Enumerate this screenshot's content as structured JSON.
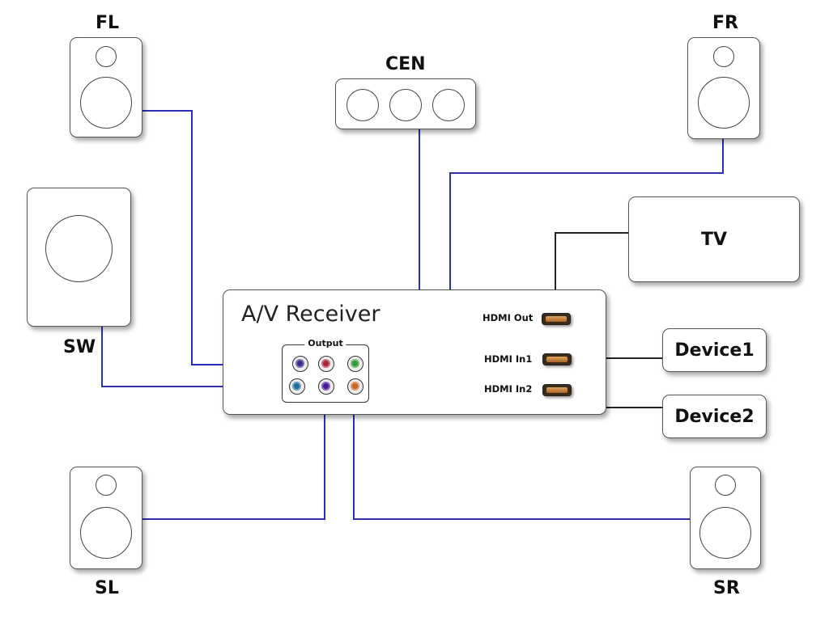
{
  "speakers": {
    "fl": "FL",
    "fr": "FR",
    "cen": "CEN",
    "sw": "SW",
    "sl": "SL",
    "sr": "SR"
  },
  "receiver": {
    "title": "A/V Receiver",
    "output_label": "Output",
    "hdmi_out": "HDMI Out",
    "hdmi_in1": "HDMI In1",
    "hdmi_in2": "HDMI In2"
  },
  "devices": {
    "tv": "TV",
    "device1": "Device1",
    "device2": "Device2"
  },
  "colors": {
    "speaker_wire": "#2d2fb5",
    "hdmi_wire": "#222222",
    "jack_fl": "#3b2a8a",
    "jack_cen": "#b0243a",
    "jack_fr": "#2f9a3a",
    "jack_sw": "#1f6f9a",
    "jack_sl": "#4b1a9a",
    "jack_sr": "#c8651e"
  }
}
